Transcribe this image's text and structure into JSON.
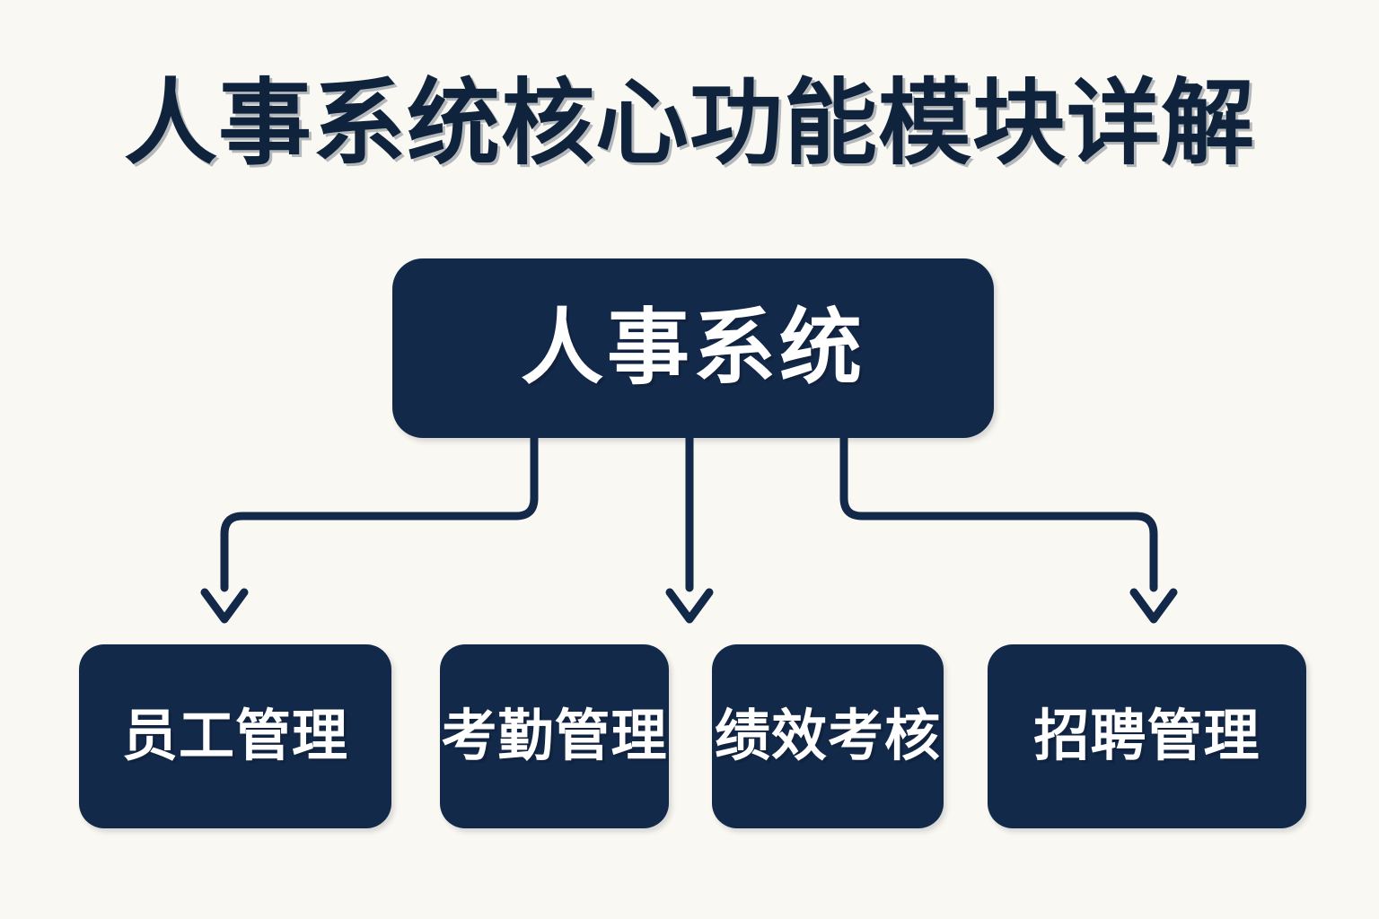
{
  "page": {
    "background_color": "#faf8f2",
    "title": "人事系统核心功能模块详解"
  },
  "theme": {
    "node_fill": "#12294a",
    "node_text": "#ffffff",
    "title_text": "#10233c",
    "connector_color": "#12294a"
  },
  "diagram": {
    "type": "hierarchy-tree",
    "root": {
      "label": "人事系统",
      "id": "node-root"
    },
    "children": [
      {
        "id": "node-child-0",
        "label": "员工管理"
      },
      {
        "id": "node-child-1",
        "label": "考勤管理"
      },
      {
        "id": "node-child-2",
        "label": "绩效考核"
      },
      {
        "id": "node-child-3",
        "label": "招聘管理"
      }
    ],
    "connectors": [
      {
        "name": "root-to-employee",
        "shape": "elbow-left",
        "arrowhead": "chevron-down"
      },
      {
        "name": "root-to-attendance",
        "shape": "straight",
        "arrowhead": "chevron-down"
      },
      {
        "name": "root-to-performance",
        "shape": "elbow",
        "arrowhead": "none"
      },
      {
        "name": "root-to-recruitment",
        "shape": "elbow-right",
        "arrowhead": "chevron-down"
      }
    ]
  }
}
